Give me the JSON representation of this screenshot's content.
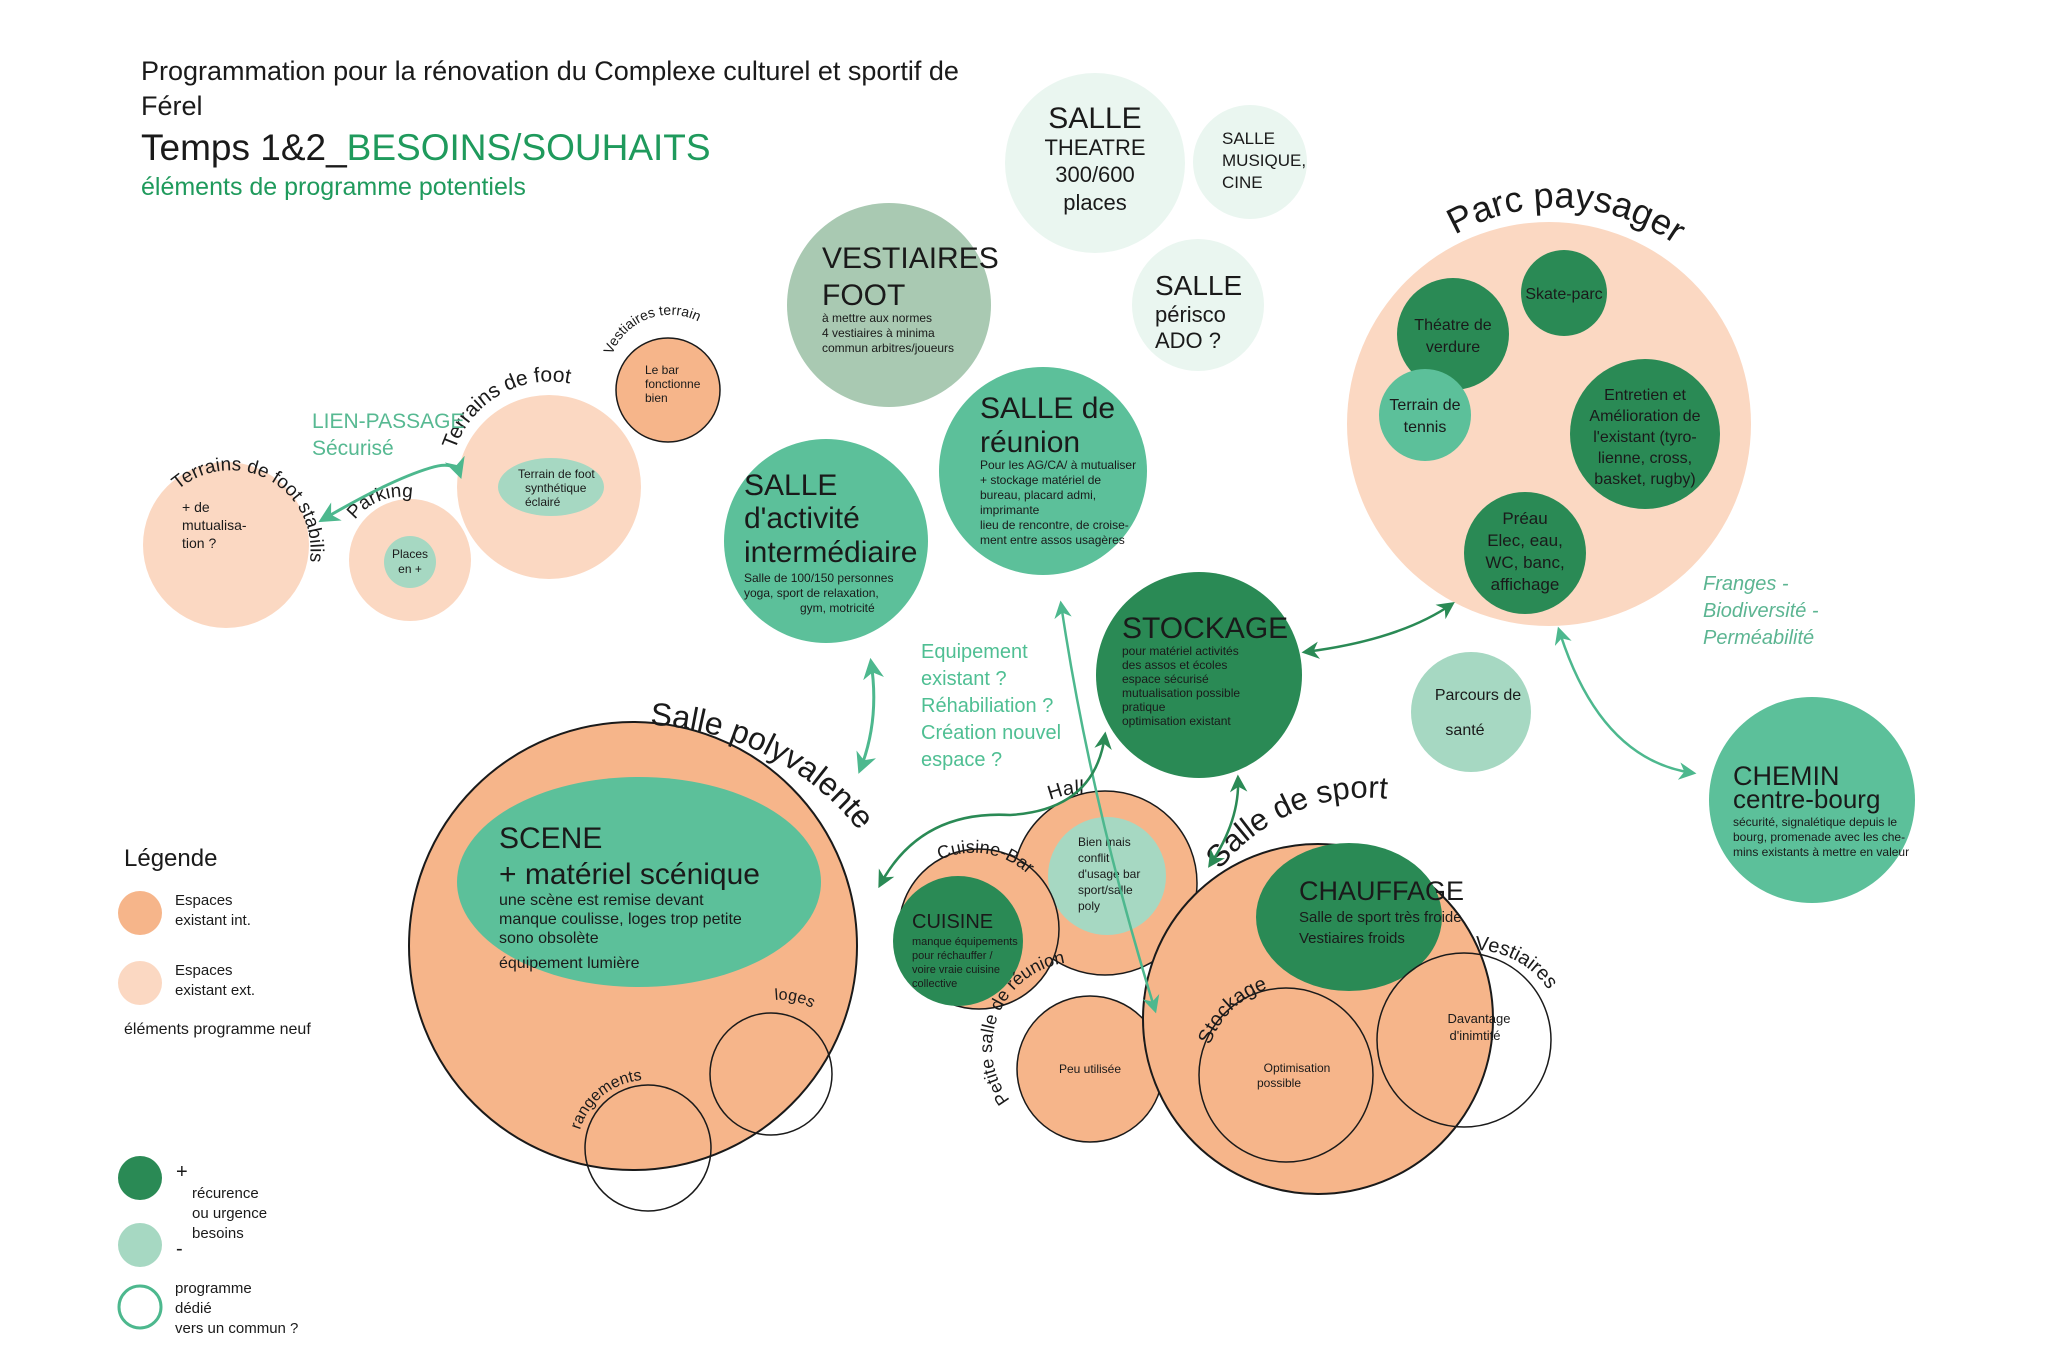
{
  "header": {
    "title_line1": "Programmation pour la rénovation du Complexe culturel et sportif de",
    "title_line2": "Férel",
    "subtitle_prefix": "Temps 1&2_",
    "subtitle_highlight": "BESOINS/SOUHAITS",
    "subtitle_note": "éléments de programme potentiels"
  },
  "colors": {
    "orange_int": "#f6b58a",
    "orange_ext": "#fbd8c2",
    "green_dark": "#2a8a55",
    "green_mid": "#5cc09a",
    "green_light": "#a6d8c2",
    "green_pale": "#eaf6f0",
    "sage": "#a9c9b2",
    "arrow": "#4db88e"
  },
  "top_rooms": {
    "theatre": {
      "l1": "SALLE",
      "l2": "THEATRE",
      "l3": "300/600",
      "l4": "places"
    },
    "musique": {
      "l1": "SALLE",
      "l2": "MUSIQUE,",
      "l3": "CINE"
    },
    "perisco": {
      "l1": "SALLE",
      "l2": "périsco",
      "l3": "ADO ?"
    },
    "vestiaires_foot": {
      "l1": "VESTIAIRES",
      "l2": "FOOT",
      "d1": "à mettre aux normes",
      "d2": "4 vestiaires à minima",
      "d3": "commun arbitres/joueurs"
    },
    "reunion": {
      "l1": "SALLE de",
      "l2": "réunion",
      "d1": "Pour les AG/CA/ à mutualiser",
      "d2": "+ stockage matériel de",
      "d3": "bureau, placard admi,",
      "d4": "imprimante",
      "d5": "lieu de rencontre, de croise-",
      "d6": "ment entre assos usagères"
    },
    "activite": {
      "l1": "SALLE",
      "l2": "d'activité",
      "l3": "intermédiaire",
      "d1": "Salle de 100/150 personnes",
      "d2": "yoga, sport de relaxation,",
      "d3": "gym, motricité"
    },
    "stockage": {
      "l1": "STOCKAGE",
      "d1": "pour matériel activités",
      "d2": "des assos et écoles",
      "d3": "espace sécurisé",
      "d4": "mutualisation possible",
      "d5": "pratique",
      "d6": "optimisation existant"
    }
  },
  "foot_area": {
    "stabilise_label": "Terrains de foot stabilisé",
    "stabilise_text": {
      "l1": "+ de",
      "l2": "mutualisa-",
      "l3": "tion ?"
    },
    "parking_label": "Parking",
    "parking_text": {
      "l1": "Places",
      "l2": "en +"
    },
    "terrains_label": "Terrains de foot",
    "terrains_text": {
      "l1": "Terrain de foot",
      "l2": "synthétique",
      "l3": "éclairé"
    },
    "vestiaires_label": "Vestiaires terrain",
    "vestiaires_text": {
      "l1": "Le bar",
      "l2": "fonctionne",
      "l3": "bien"
    },
    "lien": {
      "l1": "LIEN-PASSAGE",
      "l2": "Sécurisé"
    }
  },
  "parc": {
    "label": "Parc paysager",
    "theatre_verdure": {
      "l1": "Théatre de",
      "l2": "verdure"
    },
    "skate": "Skate-parc",
    "tennis": {
      "l1": "Terrain de",
      "l2": "tennis"
    },
    "entretien": {
      "l1": "Entretien et",
      "l2": "Amélioration de",
      "l3": "l'existant (tyro-",
      "l4": "lienne, cross,",
      "l5": "basket, rugby)"
    },
    "preau": {
      "l1": "Préau",
      "l2": "Elec, eau,",
      "l3": "WC, banc,",
      "l4": "affichage"
    },
    "franges": {
      "l1": "Franges -",
      "l2": "Biodiversité -",
      "l3": "Perméabilité"
    },
    "parcours": {
      "l1": "Parcours de",
      "l2": "santé"
    }
  },
  "chemin": {
    "l1": "CHEMIN",
    "l2": "centre-bourg",
    "d1": "sécurité, signalétique depuis le",
    "d2": "bourg, promenade avec les che-",
    "d3": "mins existants à mettre en valeur"
  },
  "question": {
    "l1": "Equipement",
    "l2": "existant ?",
    "l3": "Réhabiliation ?",
    "l4": "Création nouvel",
    "l5": "espace ?"
  },
  "polyvalente": {
    "label": "Salle polyvalente",
    "scene_l1": "SCENE",
    "scene_l2": "+ matériel scénique",
    "d1": "une scène est remise devant",
    "d2": "manque coulisse, loges trop petite",
    "d3": "sono obsolète",
    "d4": "équipement lumière",
    "loges": "loges",
    "rangements": "rangements"
  },
  "center": {
    "hall_label": "Hall",
    "hall_text": {
      "l1": "Bien mais",
      "l2": "conflit",
      "l3": "d'usage bar",
      "l4": "sport/salle",
      "l5": "poly"
    },
    "cuisine_bar_label": "Cuisine-Bar",
    "cuisine_title": "CUISINE",
    "cuisine_text": {
      "l1": "manque équipements",
      "l2": "pour réchauffer /",
      "l3": "voire vraie cuisine",
      "l4": "collective"
    },
    "petite_label": "Petite salle de réunion",
    "petite_text": "Peu utilisée"
  },
  "sport": {
    "label": "Salle de sport",
    "chauffage_title": "CHAUFFAGE",
    "chauffage_d1": "Salle de sport très froide",
    "chauffage_d2": "Vestiaires froids",
    "stockage_label": "Stockage",
    "stockage_text": {
      "l1": "Optimisation",
      "l2": "possible"
    },
    "vestiaires_label": "Vestiaires",
    "vestiaires_text": {
      "l1": "Davantage",
      "l2": "d'inimtité"
    }
  },
  "legend": {
    "title": "Légende",
    "int": {
      "l1": "Espaces",
      "l2": "existant int."
    },
    "ext": {
      "l1": "Espaces",
      "l2": "existant ext."
    },
    "neuf": "éléments programme neuf",
    "plus": "+",
    "recurence": {
      "l1": "récurence",
      "l2": "ou urgence",
      "l3": "besoins"
    },
    "minus": "-",
    "dedie": {
      "l1": "programme",
      "l2": "dédié",
      "l3": "vers un commun ?"
    }
  }
}
